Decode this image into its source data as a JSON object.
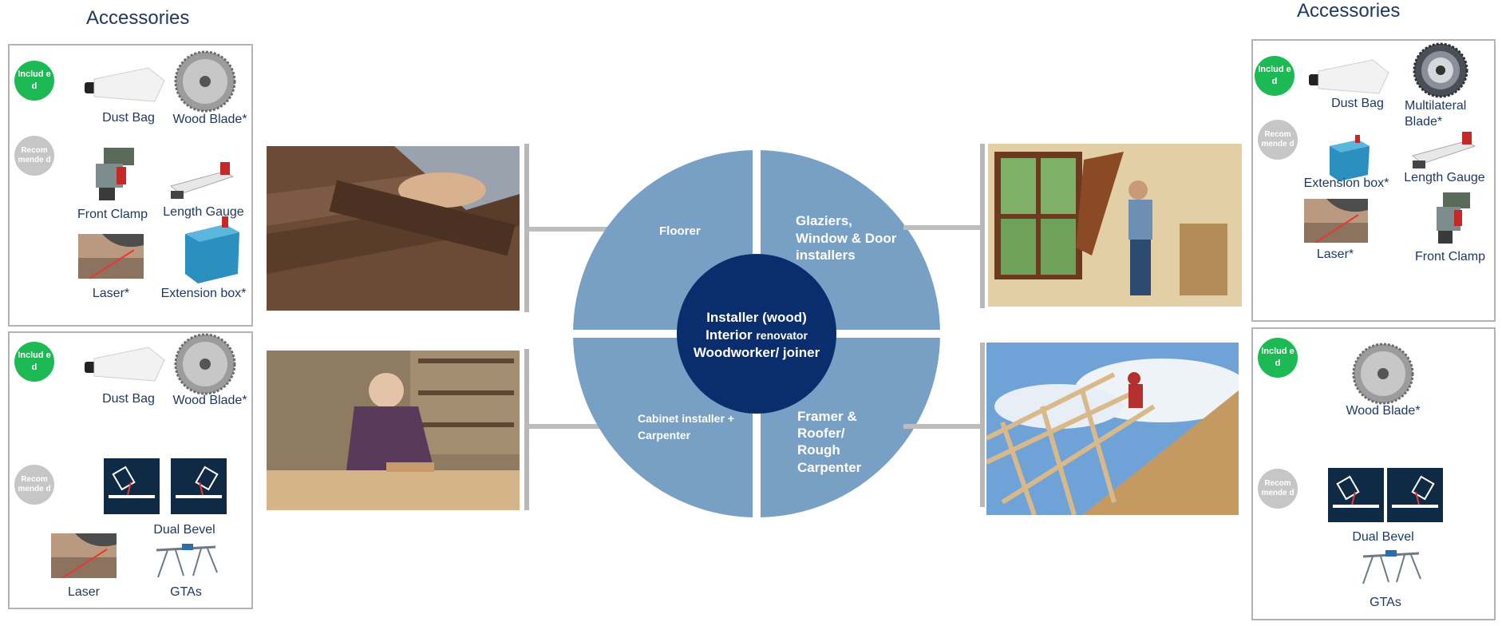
{
  "left": {
    "title": "Accessories",
    "panel_top": {
      "included_badge": "Includ ed",
      "recommended_badge": "Recom mende d",
      "items": {
        "dust_bag": "Dust Bag",
        "wood_blade": "Wood Blade*",
        "front_clamp": "Front Clamp",
        "length_gauge": "Length Gauge",
        "laser": "Laser*",
        "extension_box": "Extension box*"
      }
    },
    "panel_bottom": {
      "included_badge": "Includ ed",
      "recommended_badge": "Recom mende d",
      "items": {
        "dust_bag": "Dust Bag",
        "wood_blade": "Wood Blade*",
        "dual_bevel": "Dual Bevel",
        "laser": "Laser",
        "gtas": "GTAs"
      }
    }
  },
  "right": {
    "title": "Accessories",
    "panel_top": {
      "included_badge": "Includ ed",
      "recommended_badge": "Recom mende d",
      "items": {
        "dust_bag": "Dust Bag",
        "multilateral_blade": "Multilateral Blade*",
        "extension_box": "Extension box*",
        "length_gauge": "Length Gauge",
        "laser": "Laser*",
        "front_clamp": "Front Clamp"
      }
    },
    "panel_bottom": {
      "included_badge": "Includ ed",
      "recommended_badge": "Recom mende d",
      "items": {
        "wood_blade": "Wood Blade*",
        "dual_bevel": "Dual Bevel",
        "gtas": "GTAs"
      }
    }
  },
  "diagram": {
    "center": {
      "line1": "Installer (wood)",
      "line2a": "Interior",
      "line2b": "renovator",
      "line3": "Woodworker/ joiner"
    },
    "quadrants": {
      "top_left": [
        "Floorer"
      ],
      "top_right": [
        "Glaziers,",
        "Window & Door",
        "installers"
      ],
      "bottom_left": [
        "Cabinet installer +",
        "Carpenter"
      ],
      "bottom_right": [
        "Framer &",
        "Roofer/",
        "Rough",
        "Carpenter"
      ]
    }
  },
  "colors": {
    "title_text": "#1f3864",
    "included_badge": "#1db954",
    "recommended_badge": "#c6c6c6",
    "wedge": "#789fc4",
    "center_circle": "#0a2d6e",
    "panel_border": "#b4b4b4"
  }
}
